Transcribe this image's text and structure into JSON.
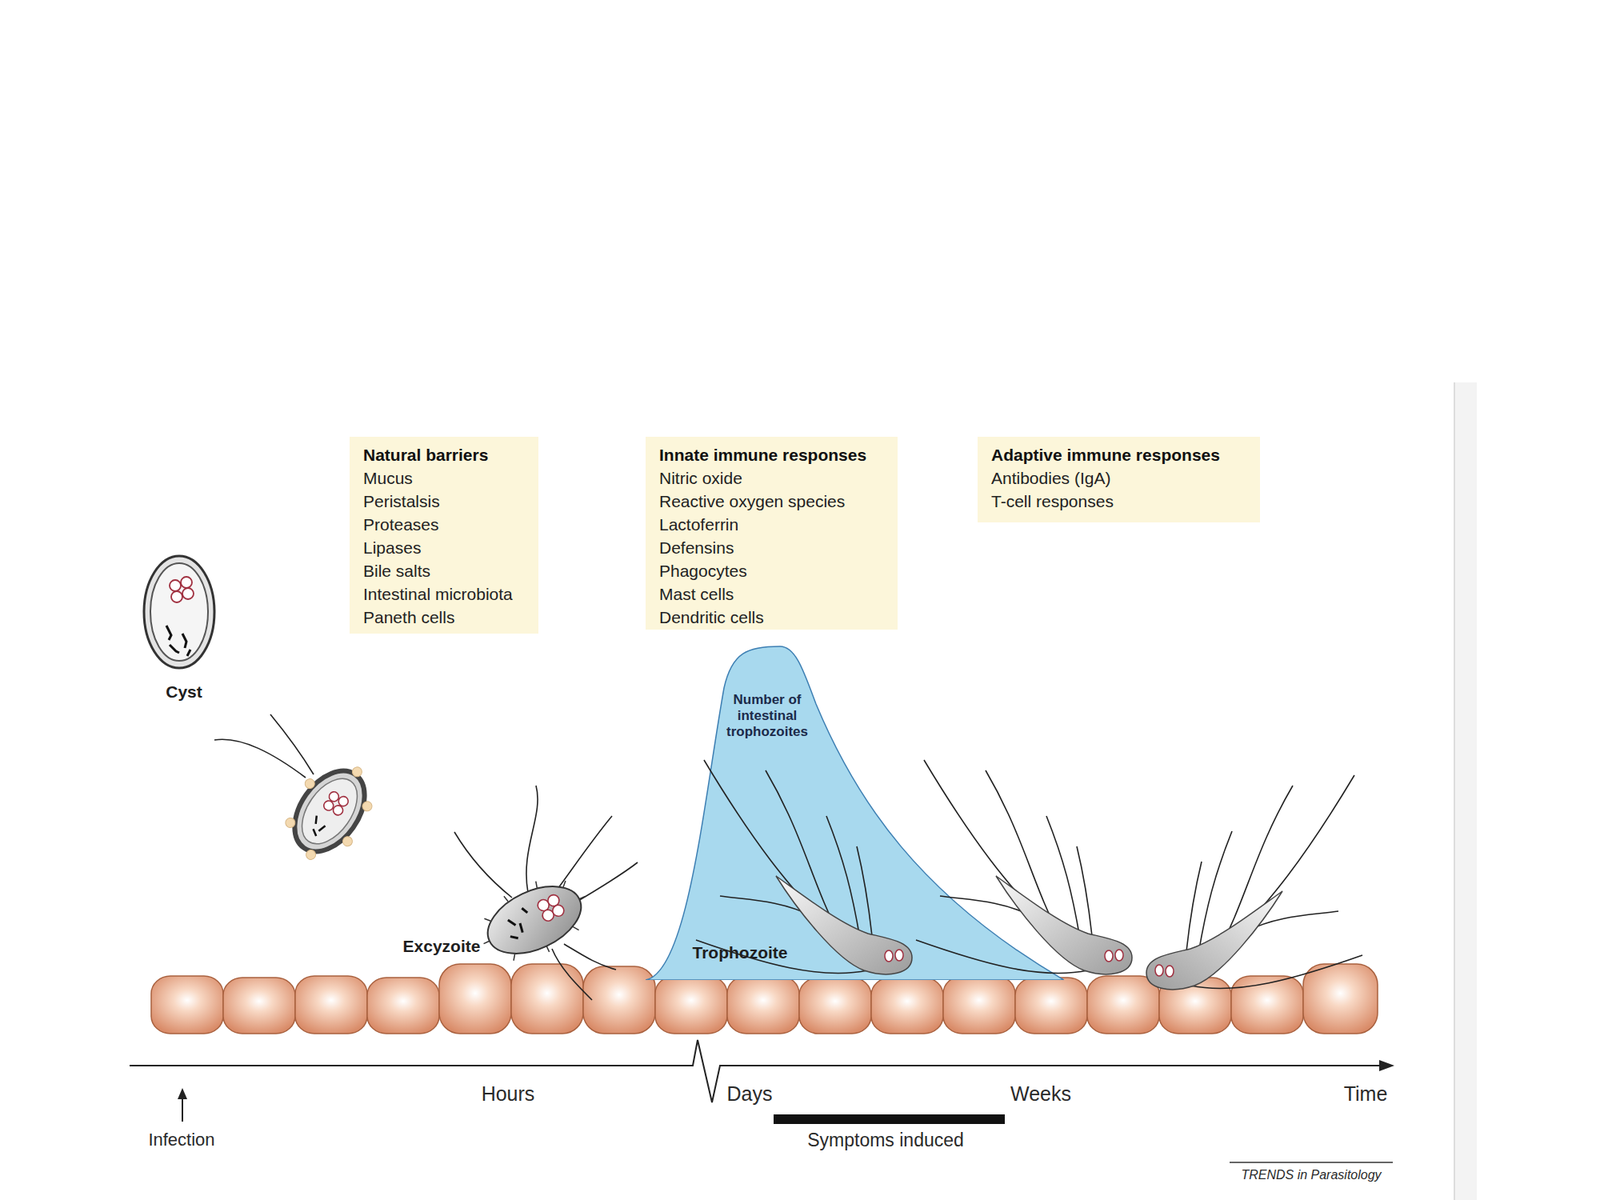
{
  "diagram": {
    "nodes": [
      {
        "text": [
          "Natural barriers",
          "Mucus",
          "Peristalsis",
          "Proteases",
          "Lipases",
          "Bile salts",
          "Intestinal microbiota",
          "Paneth cells"
        ]
      },
      {
        "text": [
          "Innate immune responses",
          "Nitric oxide",
          "Reactive oxygen species",
          "Lactoferrin",
          "Defensins",
          "Phagocytes",
          "Mast cells",
          "Dendritic cells"
        ]
      },
      {
        "text": [
          "Adaptive immune responses",
          "Antibodies (IgA)",
          "T-cell responses"
        ]
      },
      {
        "text": [
          "Number of intestinal trophozoites"
        ]
      }
    ],
    "labels": [
      "Cyst",
      "Excyzoite",
      "Trophozoite",
      "Hours",
      "Days",
      "Weeks",
      "Time",
      "Infection",
      "Symptoms induced",
      "TRENDS in Parasitology"
    ]
  }
}
